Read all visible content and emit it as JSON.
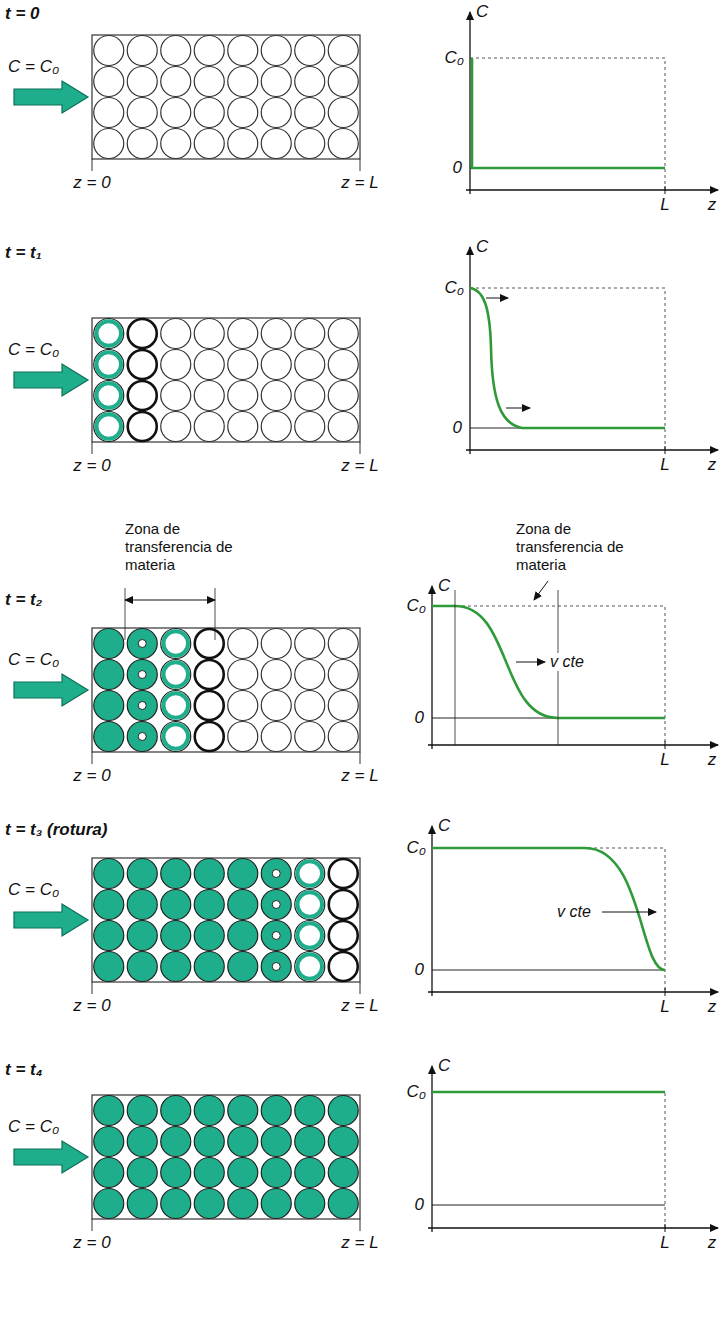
{
  "diagram": {
    "labels": [
      "t = 0",
      "C = C₀",
      "z = 0",
      "z = L",
      "C",
      "C₀",
      "0",
      "L",
      "z",
      "t = t₁",
      "C = C₀",
      "z = 0",
      "z = L",
      "C",
      "C₀",
      "0",
      "L",
      "z",
      "Zona de transferencia de materia",
      "Zona de transferencia de materia",
      "t = t₂",
      "C = C₀",
      "z = 0",
      "z = L",
      "C",
      "C₀",
      "0",
      "L",
      "z",
      "v cte",
      "t = t₃ (rotura)",
      "C = C₀",
      "z = 0",
      "z = L",
      "C",
      "C₀",
      "0",
      "L",
      "z",
      "v cte",
      "t = t₄",
      "C = C₀",
      "z = 0",
      "z = L",
      "C",
      "C₀",
      "0",
      "L",
      "z"
    ]
  }
}
